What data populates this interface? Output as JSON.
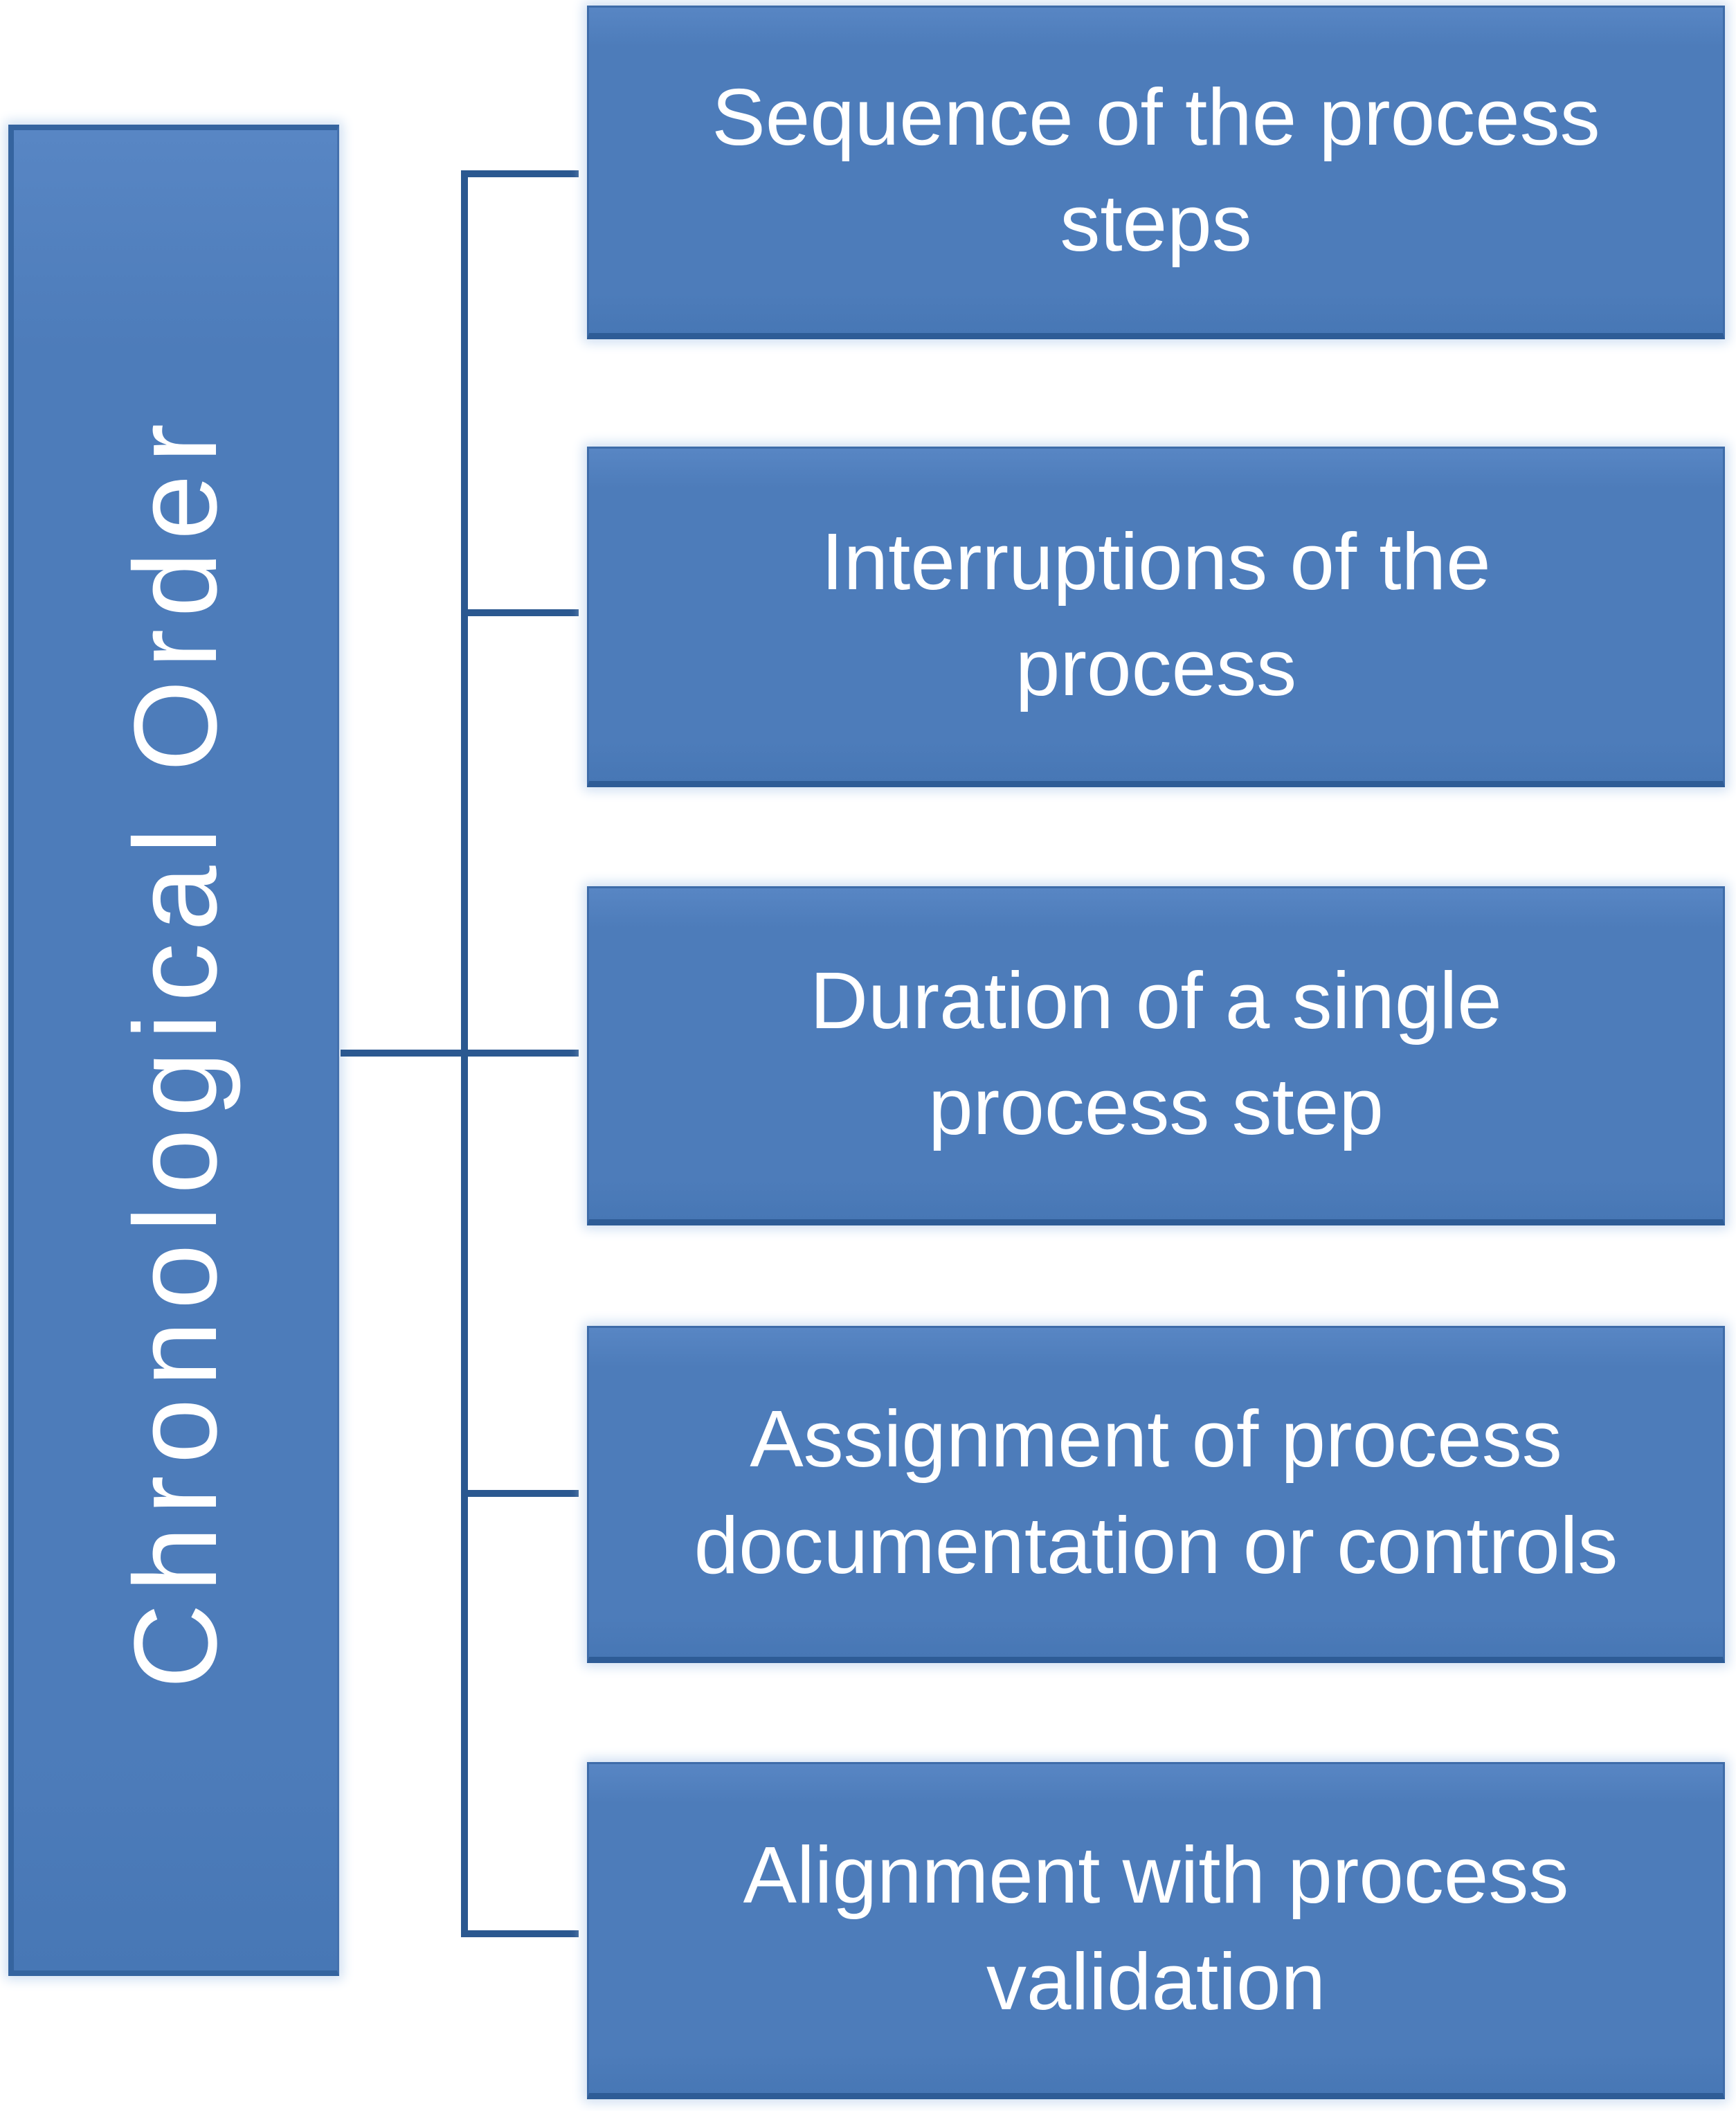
{
  "diagram": {
    "category": {
      "label": "Chronological Order"
    },
    "items": [
      {
        "label": "Sequence of the process steps",
        "lines": [
          "Sequence of the process",
          "steps"
        ]
      },
      {
        "label": "Interruptions of the process",
        "lines": [
          "Interruptions of the",
          "process"
        ]
      },
      {
        "label": "Duration of a single process step",
        "lines": [
          "Duration of a single",
          "process step"
        ]
      },
      {
        "label": "Assignment of process documentation or controls",
        "lines": [
          "Assignment of process",
          "documentation or controls"
        ]
      },
      {
        "label": "Alignment with process validation",
        "lines": [
          "Alignment with process",
          "validation"
        ]
      }
    ],
    "colors": {
      "box_fill": "#4d7cba",
      "box_border_dark": "#2e5c96",
      "box_border_thin": "#3e6ca9",
      "connector": "#2b5890",
      "glow": "#cfdff2",
      "text": "#ffffff",
      "bg": "#ffffff"
    }
  }
}
